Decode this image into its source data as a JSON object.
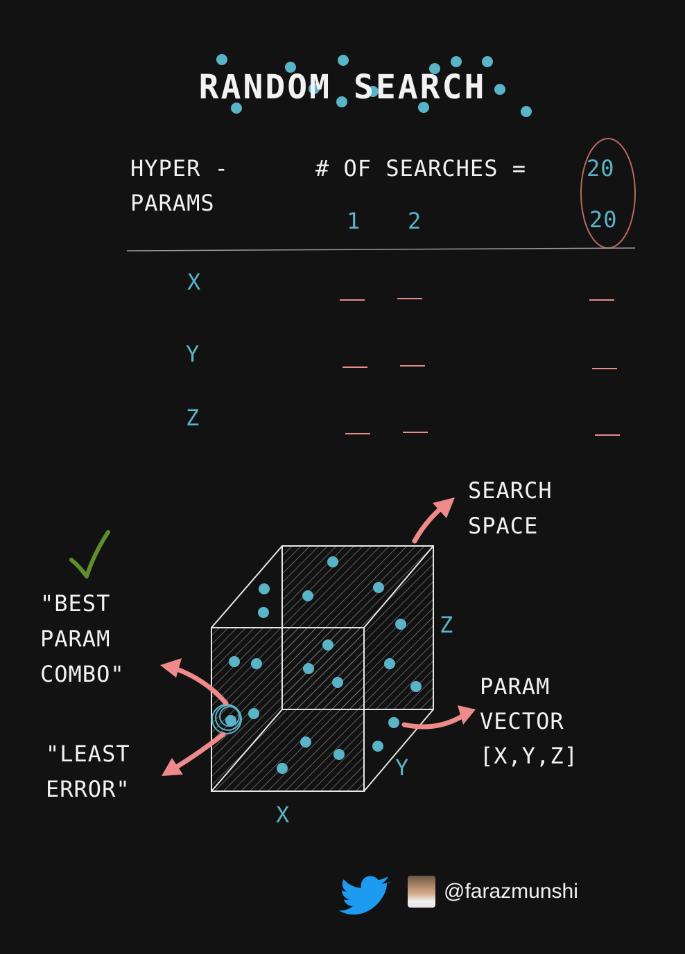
{
  "title": "RANDOM SEARCH",
  "table": {
    "hyper_label_1": "HYPER -",
    "hyper_label_2": "PARAMS",
    "searches_label": "# OF SEARCHES =",
    "searches_count": "20",
    "columns": [
      "1",
      "2",
      "20"
    ],
    "rows": [
      "X",
      "Y",
      "Z"
    ]
  },
  "diagram": {
    "search_space_1": "SEARCH",
    "search_space_2": "SPACE",
    "best_1": "\"BEST",
    "best_2": "PARAM",
    "best_3": "COMBO\"",
    "least_1": "\"LEAST",
    "least_2": "ERROR\"",
    "param_1": "PARAM",
    "param_2": "VECTOR",
    "param_3": "[X,Y,Z]",
    "axis_x": "X",
    "axis_y": "Y",
    "axis_z": "Z"
  },
  "footer": {
    "handle": "@farazmunshi"
  },
  "colors": {
    "background": "#121212",
    "dot": "#5ab4c8",
    "arrow": "#ef8a8a",
    "check": "#5e8f2c",
    "circle": "#b86a62"
  },
  "icons": [
    "twitter-bird-icon",
    "avatar",
    "checkmark-icon"
  ]
}
